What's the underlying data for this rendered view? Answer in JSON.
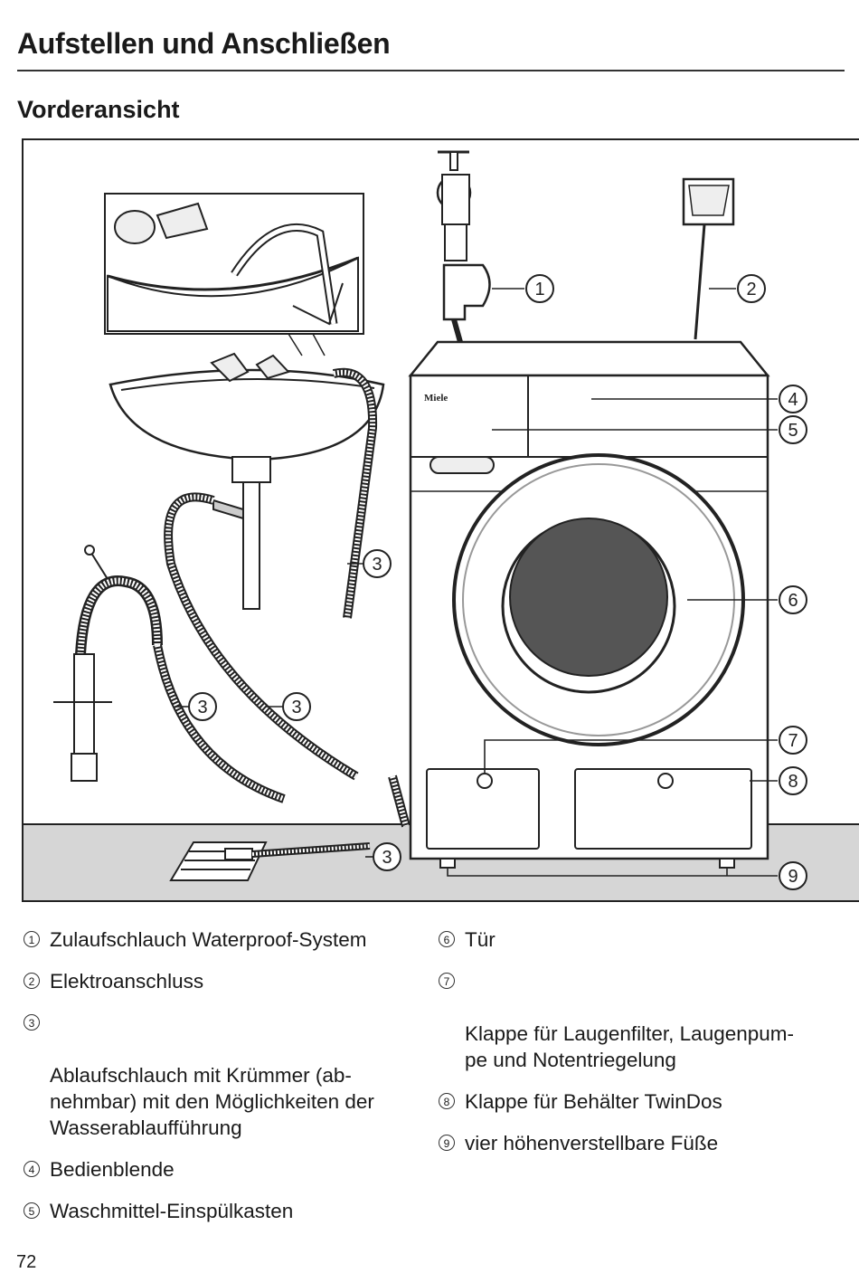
{
  "header": {
    "title": "Aufstellen und Anschließen",
    "subtitle": "Vorderansicht"
  },
  "figure": {
    "brand": "Miele",
    "callouts": [
      "1",
      "2",
      "3",
      "4",
      "5",
      "6",
      "7",
      "8",
      "9"
    ]
  },
  "legend": {
    "left": [
      {
        "num": "1",
        "text": "Zulaufschlauch Waterproof-System"
      },
      {
        "num": "2",
        "text": "Elektroanschluss"
      },
      {
        "num": "3",
        "text": "Ablaufschlauch mit Krümmer (ab-\nnehmbar) mit den Möglichkeiten der Wasserablaufführung"
      },
      {
        "num": "4",
        "text": "Bedienblende"
      },
      {
        "num": "5",
        "text": "Waschmittel-Einspülkasten"
      }
    ],
    "right": [
      {
        "num": "6",
        "text": "Tür"
      },
      {
        "num": "7",
        "text": "Klappe für Laugenfilter, Laugenpum-\npe und Notentriegelung"
      },
      {
        "num": "8",
        "text": "Klappe für Behälter TwinDos"
      },
      {
        "num": "9",
        "text": "vier höhenverstellbare Füße"
      }
    ]
  },
  "footer": {
    "page_number": "72"
  }
}
